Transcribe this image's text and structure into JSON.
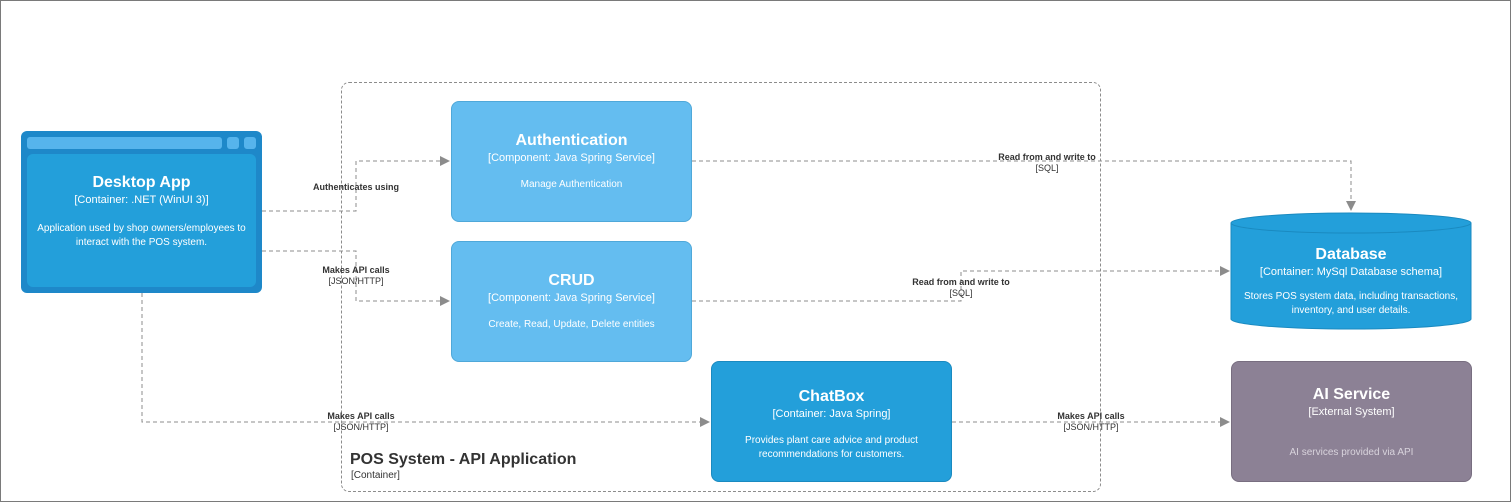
{
  "boundary": {
    "title": "POS System - API Application",
    "subtitle": "[Container]"
  },
  "desktop_app": {
    "title": "Desktop App",
    "subtitle": "[Container: .NET (WinUI 3)]",
    "description": "Application used by shop owners/employees to interact with the POS system."
  },
  "authentication": {
    "title": "Authentication",
    "subtitle": "[Component: Java Spring Service]",
    "description": "Manage Authentication"
  },
  "crud": {
    "title": "CRUD",
    "subtitle": "[Component: Java Spring Service]",
    "description": "Create, Read, Update, Delete entities"
  },
  "chatbox": {
    "title": "ChatBox",
    "subtitle": "[Container: Java Spring]",
    "description": "Provides plant care advice and product recommendations for customers."
  },
  "database": {
    "title": "Database",
    "subtitle": "[Container: MySql Database schema]",
    "description": "Stores POS system data, including transactions, inventory, and user details."
  },
  "ai_service": {
    "title": "AI Service",
    "subtitle": "[External System]",
    "description": "AI services provided via API"
  },
  "edges": {
    "desktop_auth": {
      "label": "Authenticates using",
      "tech": ""
    },
    "desktop_crud": {
      "label": "Makes API calls",
      "tech": "[JSON/HTTP]"
    },
    "desktop_chatbox": {
      "label": "Makes API calls",
      "tech": "[JSON/HTTP]"
    },
    "auth_db": {
      "label": "Read from and write to",
      "tech": "[SQL]"
    },
    "crud_db": {
      "label": "Read from and write to",
      "tech": "[SQL]"
    },
    "chatbox_ai": {
      "label": "Makes API calls",
      "tech": "[JSON/HTTP]"
    }
  },
  "colors": {
    "component": "#64bdf0",
    "container": "#239fda",
    "desktop_frame": "#1e88c9",
    "external_system": "#8c8195",
    "connector": "#8c8c8c"
  }
}
